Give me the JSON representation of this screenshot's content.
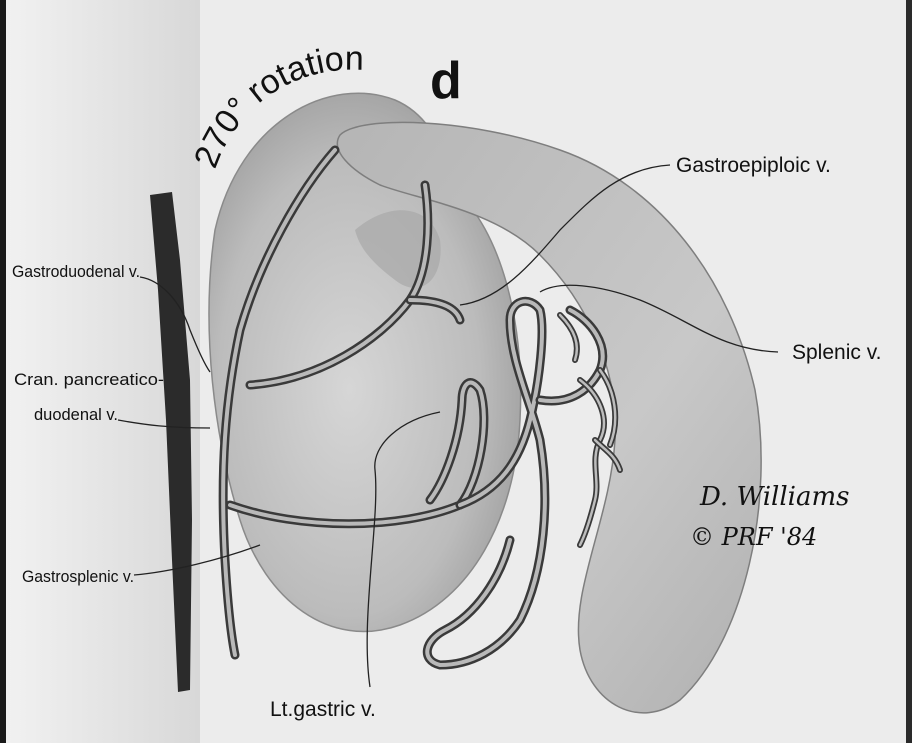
{
  "panel_letter": "d",
  "rotation_label": "270° rotation",
  "labels": {
    "gastroepiploic": "Gastroepiploic v.",
    "splenic": "Splenic v.",
    "gastroduodenal": "Gastroduodenal v.",
    "cran_pancreatico_line1": "Cran. pancreatico-",
    "cran_pancreatico_line2": "duodenal v.",
    "gastrosplenic": "Gastrosplenic v.",
    "lt_gastric": "Lt.gastric v."
  },
  "signature": {
    "name": "D. Williams",
    "copyright": "© PRF '84"
  },
  "colors": {
    "background": "#ececec",
    "organ_fill": "#bdbdbd",
    "vein_outline": "#3a3a3a",
    "text": "#111111"
  }
}
